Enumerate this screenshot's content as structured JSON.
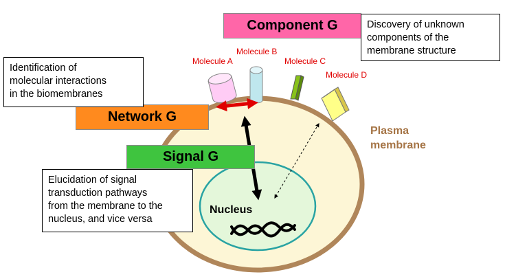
{
  "groups": {
    "component": {
      "label": "Component G",
      "color": "#ff66a8"
    },
    "network": {
      "label": "Network G",
      "color": "#ff8a1e"
    },
    "signal": {
      "label": "Signal G",
      "color": "#3fc43f"
    }
  },
  "descriptions": {
    "component": [
      "Discovery of unknown",
      "components of the",
      "membrane structure"
    ],
    "network": [
      "Identification of",
      "molecular interactions",
      "in the biomembranes"
    ],
    "signal": [
      "Elucidation of signal",
      "transduction pathways",
      "from the membrane to the",
      "nucleus, and vice versa"
    ]
  },
  "molecules": {
    "a": {
      "label": "Molecule A",
      "color": "#ffccf5"
    },
    "b": {
      "label": "Molecule B",
      "color": "#bfe7ee"
    },
    "c": {
      "label": "Molecule C",
      "color": "#88c21a"
    },
    "d": {
      "label": "Molecule D",
      "color": "#ffff88"
    }
  },
  "cell": {
    "membrane_label": [
      "Plasma",
      "membrane"
    ],
    "nucleus_label": "Nucleus",
    "cytoplasm_color": "#fdf6d6",
    "membrane_color": "#b0865a",
    "nucleus_color": "#e4f7da",
    "nucleus_border": "#29a3a3"
  },
  "colors": {
    "label_red": "#e00000",
    "membrane_text": "#a57445",
    "interaction_arrow": "#e00000"
  }
}
